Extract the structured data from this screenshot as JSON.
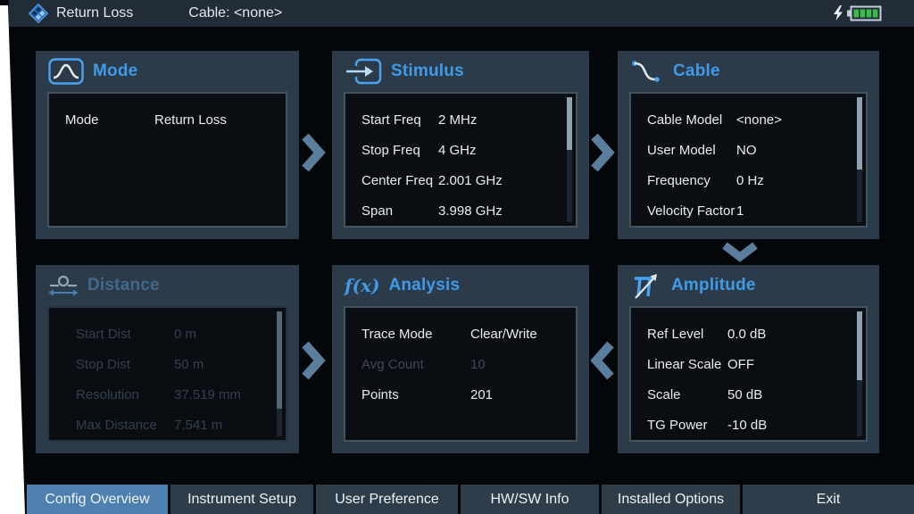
{
  "statusbar": {
    "app_title": "Return Loss",
    "cable_info": "Cable: <none>",
    "battery": "charging, full",
    "logo": "rohde-schwarz"
  },
  "colors": {
    "accent_blue": "#3f9ae8",
    "panel_bg": "#2c3b49",
    "active_tab_blue": "#4d80ae",
    "battery_green": "#3dbb4a"
  },
  "panels": {
    "mode": {
      "title": "Mode",
      "rows": [
        {
          "label": "Mode",
          "value": "Return Loss"
        }
      ]
    },
    "stimulus": {
      "title": "Stimulus",
      "rows": [
        {
          "label": "Start Freq",
          "value": "2 MHz"
        },
        {
          "label": "Stop Freq",
          "value": "4 GHz"
        },
        {
          "label": "Center Freq",
          "value": "2.001 GHz"
        },
        {
          "label": "Span",
          "value": "3.998 GHz"
        }
      ]
    },
    "cable": {
      "title": "Cable",
      "rows": [
        {
          "label": "Cable Model",
          "value": "<none>"
        },
        {
          "label": "User Model",
          "value": "NO"
        },
        {
          "label": "Frequency",
          "value": "0 Hz"
        },
        {
          "label": "Velocity Factor",
          "value": "1"
        }
      ]
    },
    "distance": {
      "title": "Distance",
      "disabled": true,
      "rows": [
        {
          "label": "Start Dist",
          "value": "0 m"
        },
        {
          "label": "Stop Dist",
          "value": "50 m"
        },
        {
          "label": "Resolution",
          "value": "37.519 mm"
        },
        {
          "label": "Max Distance",
          "value": "7.541 m"
        }
      ]
    },
    "analysis": {
      "title": "Analysis",
      "icon_text": "f(x)",
      "rows": [
        {
          "label": "Trace Mode",
          "value": "Clear/Write"
        },
        {
          "label": "Avg Count",
          "value": "10",
          "dim": true
        },
        {
          "label": "Points",
          "value": "201"
        }
      ]
    },
    "amplitude": {
      "title": "Amplitude",
      "rows": [
        {
          "label": "Ref Level",
          "value": "0.0 dB"
        },
        {
          "label": "Linear Scale",
          "value": "OFF"
        },
        {
          "label": "Scale",
          "value": "50 dB"
        },
        {
          "label": "TG Power",
          "value": "-10 dB"
        }
      ]
    }
  },
  "softkeys": [
    {
      "label": "Config Overview",
      "active": true
    },
    {
      "label": "Instrument Setup"
    },
    {
      "label": "User Preference"
    },
    {
      "label": "HW/SW Info"
    },
    {
      "label": "Installed Options"
    },
    {
      "label": "Exit"
    }
  ]
}
